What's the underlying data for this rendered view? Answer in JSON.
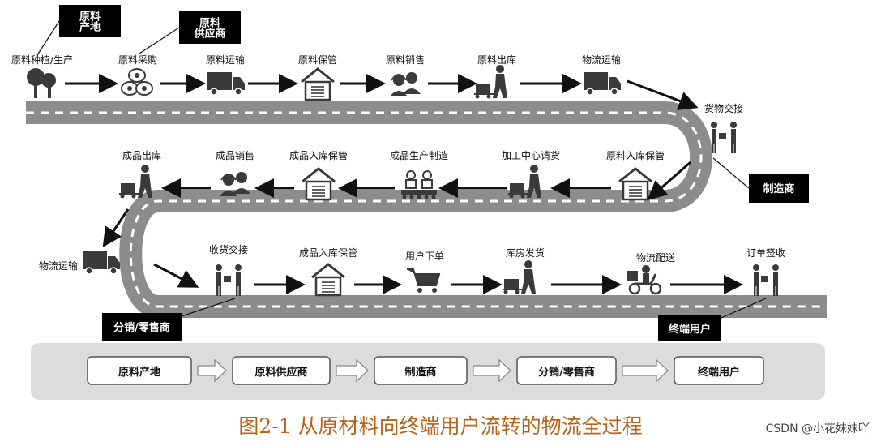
{
  "callouts": {
    "origin": "原料\n产地",
    "supplier": "原料\n供应商",
    "manufacturer": "制造商",
    "distributor": "分销/零售商",
    "end_user": "终端用户"
  },
  "row1": [
    "原料种植/生产",
    "原料采购",
    "原料运输",
    "原料保管",
    "原料销售",
    "原料出库",
    "物流运输"
  ],
  "handover_top": "货物交接",
  "row2": [
    "原料入库保管",
    "加工中心请货",
    "成品生产制造",
    "成品入库保管",
    "成品销售",
    "成品出库"
  ],
  "row3_left": "物流运输",
  "row3": [
    "收货交接",
    "成品入库保管",
    "用户下单",
    "库房发货",
    "物流配送",
    "订单签收"
  ],
  "bottom_chain": [
    "原料产地",
    "原料供应商",
    "制造商",
    "分销/零售商",
    "终端用户"
  ],
  "caption": "图2-1 从原材料向终端用户流转的物流全过程",
  "watermark": "CSDN @小花妹妹吖",
  "colors": {
    "road": "#8c8c8c",
    "road_edge": "#ffffff",
    "dash": "#ffffff",
    "icon": "#3a3a3a",
    "label_bg": "#000000",
    "caption": "#b5651d",
    "band": "#dcdcdc"
  }
}
